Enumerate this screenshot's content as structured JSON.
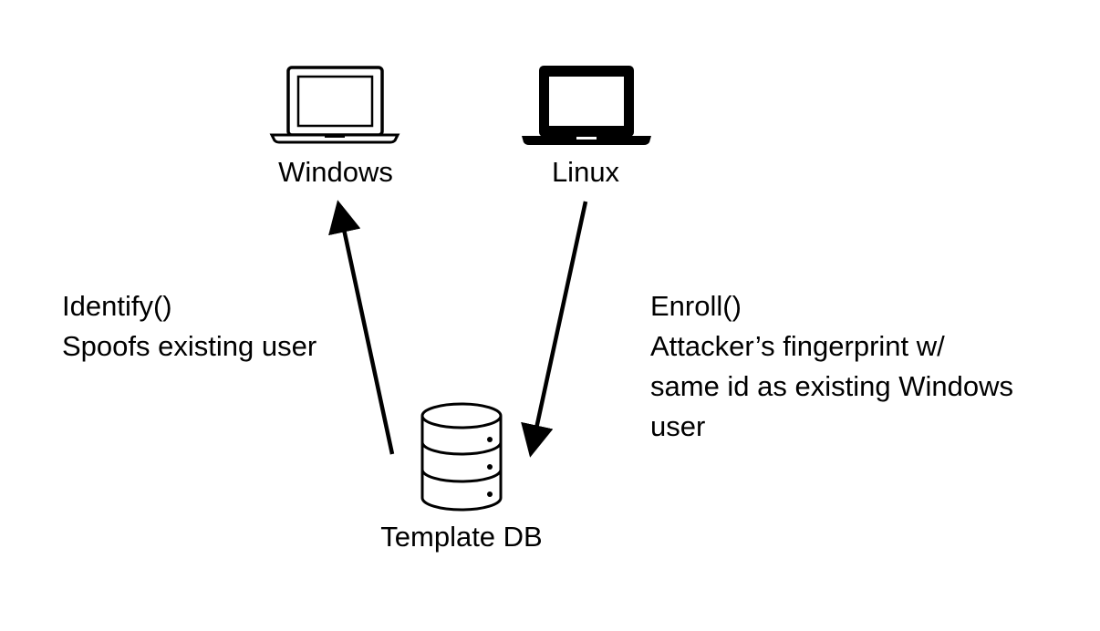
{
  "nodes": {
    "windows": {
      "label": "Windows",
      "icon": "laptop-outline-icon"
    },
    "linux": {
      "label": "Linux",
      "icon": "laptop-filled-icon"
    },
    "template_db": {
      "label": "Template DB",
      "icon": "database-icon"
    }
  },
  "edges": {
    "identify": {
      "from": "template_db",
      "to": "windows",
      "lines": [
        "Identify()",
        "Spoofs existing user"
      ]
    },
    "enroll": {
      "from": "linux",
      "to": "template_db",
      "lines": [
        "Enroll()",
        "Attacker’s fingerprint w/",
        "same id as existing Windows",
        "user"
      ]
    }
  },
  "colors": {
    "stroke": "#000000",
    "background": "#ffffff"
  }
}
